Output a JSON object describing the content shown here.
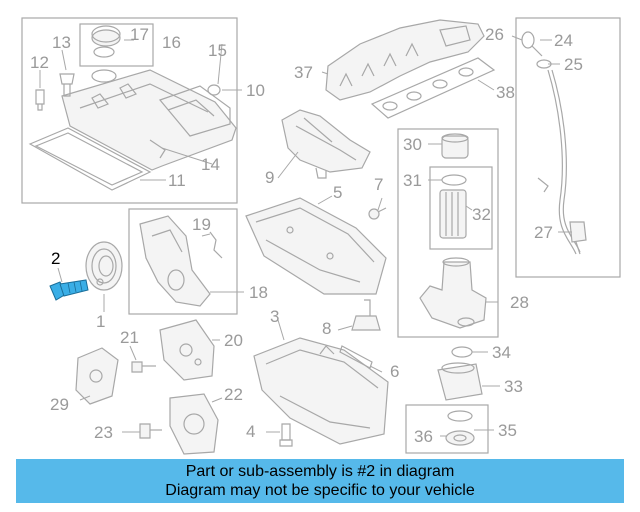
{
  "diagram": {
    "highlighted_part": "2",
    "colors": {
      "highlight": "#3aaee6",
      "banner": "#56b9ea",
      "line": "#a8a8a8",
      "text": "#9a9a9a"
    },
    "callouts": {
      "c1": "1",
      "c2": "2",
      "c3": "3",
      "c4": "4",
      "c5": "5",
      "c6": "6",
      "c7": "7",
      "c8": "8",
      "c9": "9",
      "c10": "10",
      "c11": "11",
      "c12": "12",
      "c13": "13",
      "c14": "14",
      "c15": "15",
      "c16": "16",
      "c17": "17",
      "c18": "18",
      "c19": "19",
      "c20": "20",
      "c21": "21",
      "c22": "22",
      "c23": "23",
      "c24": "24",
      "c25": "25",
      "c26": "26",
      "c27": "27",
      "c28": "28",
      "c29": "29",
      "c30": "30",
      "c31": "31",
      "c32": "32",
      "c33": "33",
      "c34": "34",
      "c35": "35",
      "c36": "36",
      "c37": "37",
      "c38": "38"
    }
  },
  "banner": {
    "line1": "Part or sub-assembly is #2 in diagram",
    "line2": "Diagram may not be specific to your vehicle"
  }
}
